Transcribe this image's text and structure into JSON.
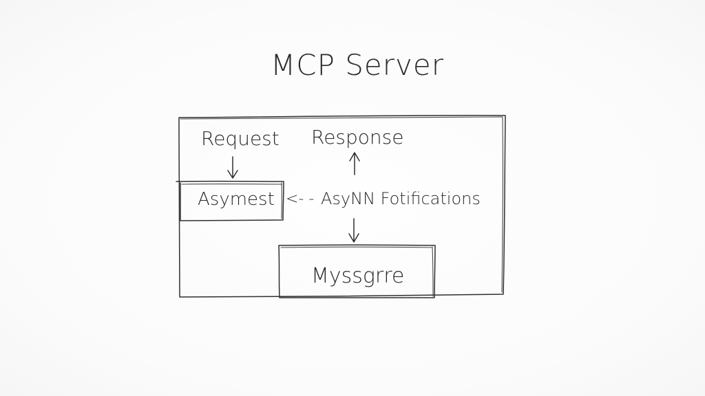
{
  "diagram": {
    "title": "MCP Server",
    "request_label": "Request",
    "response_label": "Response",
    "left_box_label": "Asymest",
    "notifications_label": "AsyNN Fotifications",
    "notifications_prefix": "<- -",
    "bottom_box_label": "Myssgrre"
  }
}
